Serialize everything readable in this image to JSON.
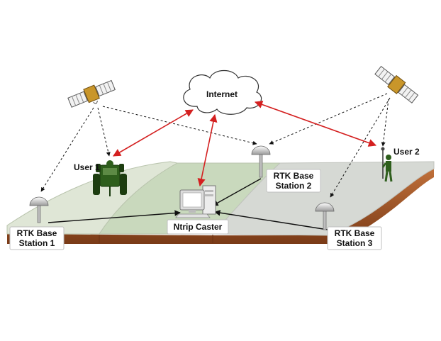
{
  "labels": {
    "internet": "Internet",
    "user1": "User 1",
    "user2": "User 2",
    "ntrip_caster": "Ntrip Caster",
    "station1_line1": "RTK Base",
    "station1_line2": "Station 1",
    "station2_line1": "RTK Base",
    "station2_line2": "Station 2",
    "station3_line1": "RTK Base",
    "station3_line2": "Station 3"
  },
  "colors": {
    "internet_link": "#d42020",
    "data_link": "#111111",
    "gnss_signal": "#111111",
    "field_light": "#dfe6d6",
    "field_mid": "#c9d9bd",
    "field_grey": "#d6d9d4",
    "soil_edge": "#a0522d",
    "tractor": "#2e5e1c",
    "person": "#2e5e1c"
  },
  "icons": [
    "satellite-icon",
    "cloud-icon",
    "antenna-icon",
    "tractor-icon",
    "person-icon",
    "computer-icon"
  ]
}
